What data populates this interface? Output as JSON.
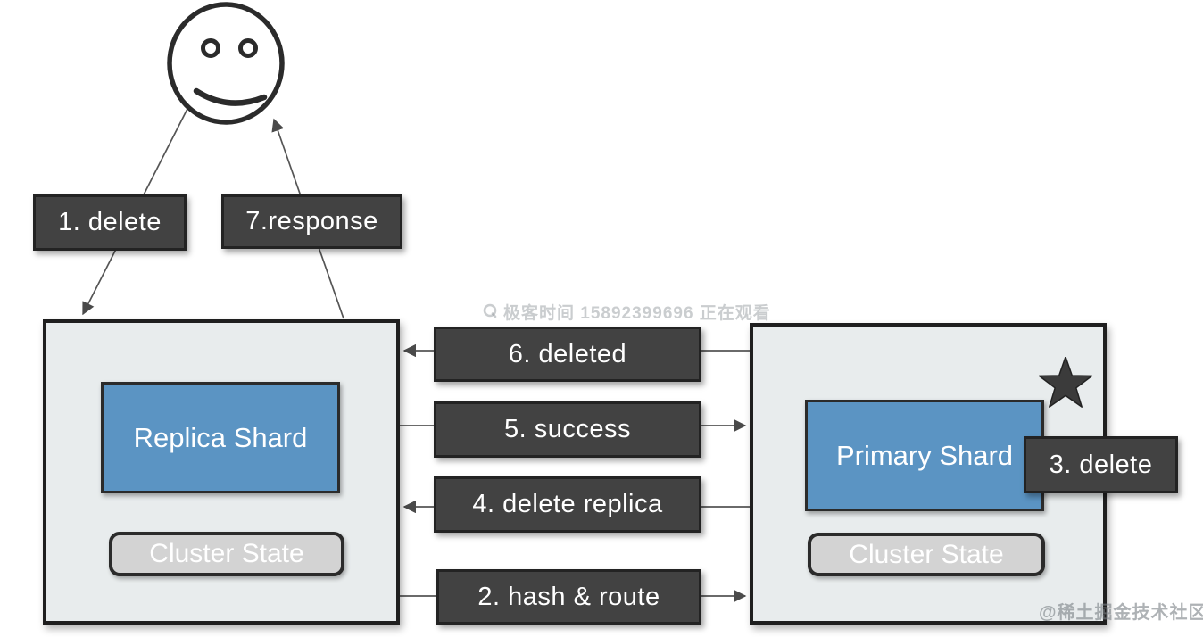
{
  "diagram": {
    "description": "document delete flow between client, replica shard node and primary shard node"
  },
  "steps": {
    "s1": "1. delete",
    "s2": "2. hash & route",
    "s3": "3. delete",
    "s4": "4. delete replica",
    "s5": "5. success",
    "s6": "6. deleted",
    "s7": "7.response"
  },
  "nodes": {
    "replica": {
      "shard": "Replica Shard",
      "state": "Cluster State"
    },
    "primary": {
      "shard": "Primary Shard",
      "state": "Cluster State"
    }
  },
  "watermarks": {
    "viewer": "极客时间 15892399696 正在观看",
    "community": "@稀土掘金技术社区"
  },
  "colors": {
    "label_bg": "#424242",
    "label_border": "#232323",
    "label_text": "#ffffff",
    "node_bg": "#e8eced",
    "node_border": "#1f1f1f",
    "shard_bg": "#5b94c3",
    "shard_border": "#2b2b2b",
    "state_bg": "#d3d3d3",
    "state_border": "#2b2b2b",
    "line": "#4f4f4f",
    "star": "#3b3b3b"
  }
}
